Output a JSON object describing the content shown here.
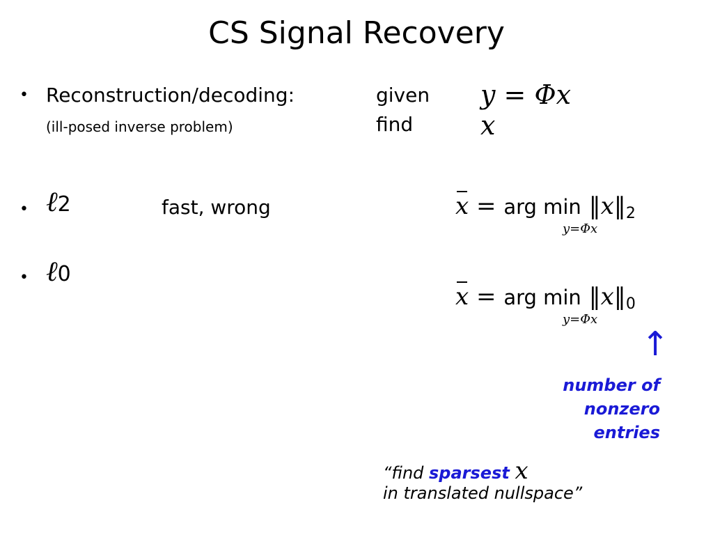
{
  "slide": {
    "title": "CS Signal Recovery",
    "bullet_glyph": "•",
    "item1": {
      "label": "Reconstruction/decoding:",
      "sublabel": "(ill-posed inverse problem)",
      "given": "given",
      "find": "find",
      "eq_given": "y = Φx",
      "eq_find": "x"
    },
    "item2": {
      "symbol": "ℓ",
      "subscript": "2",
      "comment": "fast, wrong",
      "equation": {
        "lhs": "x",
        "equals": "=",
        "operator": "arg min",
        "constraint": "y=Φx",
        "norm": "‖x‖",
        "norm_subscript": "2"
      }
    },
    "item3": {
      "symbol": "ℓ",
      "subscript": "0",
      "equation": {
        "lhs": "x",
        "equals": "=",
        "operator": "arg min",
        "constraint": "y=Φx",
        "norm": "‖x‖",
        "norm_subscript": "0"
      }
    },
    "arrow_glyph": "↑",
    "annotation": [
      "number of",
      "nonzero",
      "entries"
    ],
    "quote": {
      "line1_prefix": "“find ",
      "emphasis": "sparsest",
      "variable": "x",
      "line2": "in translated nullspace”"
    },
    "colors": {
      "accent_blue": "#1a1ad6",
      "text": "#000000",
      "background": "#ffffff"
    }
  }
}
